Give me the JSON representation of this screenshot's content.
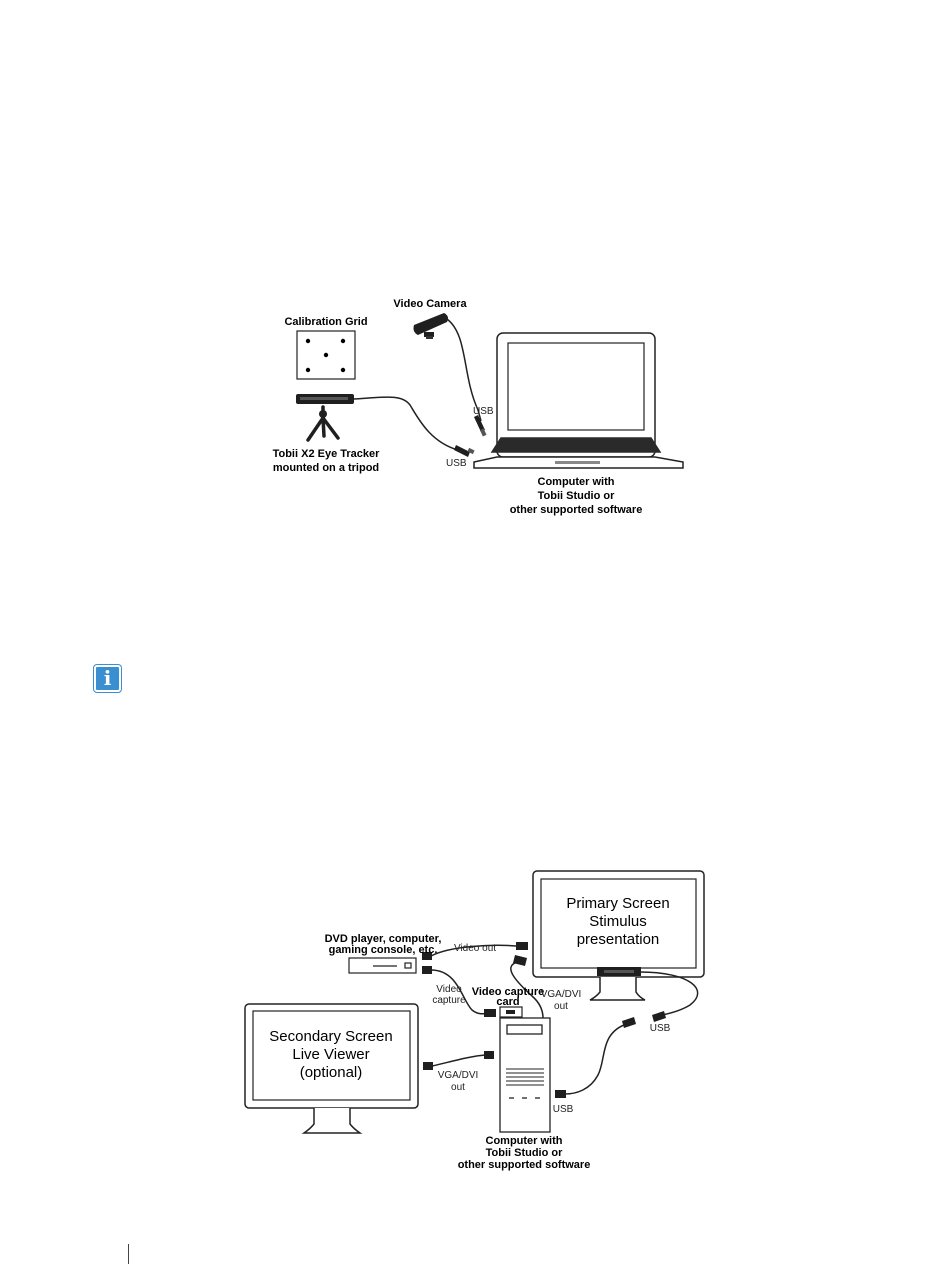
{
  "diagram1": {
    "video_camera_label": "Video Camera",
    "calibration_grid_label": "Calibration Grid",
    "tracker_label_line1": "Tobii X2 Eye Tracker",
    "tracker_label_line2": "mounted on a tripod",
    "usb_camera_label": "USB",
    "usb_tracker_label": "USB",
    "computer_label_line1": "Computer with",
    "computer_label_line2": "Tobii Studio or",
    "computer_label_line3": "other supported software"
  },
  "info_icon": {
    "glyph": "i",
    "color": "#3a8fd0"
  },
  "diagram2": {
    "primary_screen_line1": "Primary Screen",
    "primary_screen_line2": "Stimulus",
    "primary_screen_line3": "presentation",
    "dvd_label_line1": "DVD player, computer,",
    "dvd_label_line2": "gaming console, etc.",
    "video_out_label": "Video out",
    "video_capture_line1": "Video",
    "video_capture_line2": "capture",
    "capture_card_line1": "Video capture",
    "capture_card_line2": "card",
    "vga_primary_line1": "VGA/DVI",
    "vga_primary_line2": "out",
    "usb_top_label": "USB",
    "usb_bottom_label": "USB",
    "secondary_screen_line1": "Secondary Screen",
    "secondary_screen_line2": "Live Viewer",
    "secondary_screen_line3": "(optional)",
    "vga_secondary_line1": "VGA/DVI",
    "vga_secondary_line2": "out",
    "computer_label_line1": "Computer with",
    "computer_label_line2": "Tobii Studio or",
    "computer_label_line3": "other supported software"
  }
}
